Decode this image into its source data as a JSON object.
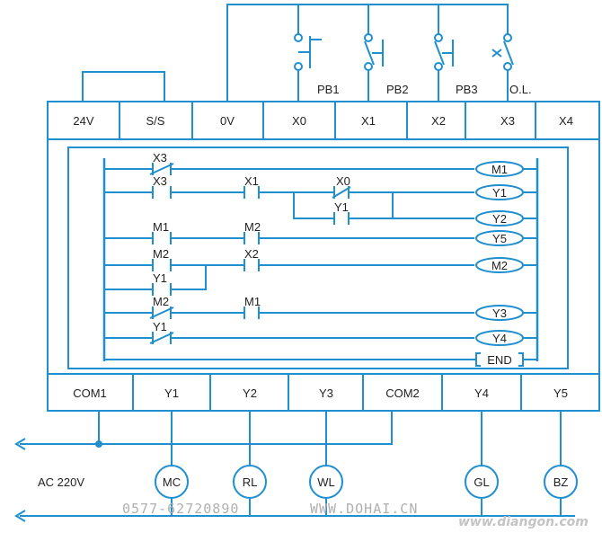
{
  "inputs": [
    "24V",
    "S/S",
    "0V",
    "X0",
    "X1",
    "X2",
    "X3",
    "X4"
  ],
  "pushbuttons": [
    "PB1",
    "PB2",
    "PB3",
    "O.L."
  ],
  "outputs": [
    "COM1",
    "Y1",
    "Y2",
    "Y3",
    "COM2",
    "Y4",
    "Y5"
  ],
  "loads": [
    "MC",
    "RL",
    "WL",
    "GL",
    "BZ"
  ],
  "supply": "AC 220V",
  "rungs": {
    "r1": {
      "c1": "X3",
      "coil": "M1"
    },
    "r2": {
      "c1": "X3",
      "c2": "X1",
      "c3": "X0",
      "coil": "Y1",
      "branch": "Y1"
    },
    "r3": {
      "coil": "Y2"
    },
    "r4": {
      "c1": "M1",
      "c2": "M2",
      "coil": "Y5"
    },
    "r5": {
      "c1": "M2",
      "branch": "Y1",
      "c2": "X2",
      "coil": "M2"
    },
    "r6": {
      "c1": "M2",
      "c2": "M1",
      "coil": "Y3"
    },
    "r7": {
      "c1": "Y1",
      "coil": "Y4"
    },
    "end": "END"
  },
  "watermark": {
    "phone": "0577-62720890",
    "site1": "WWW.DOHAI.CN",
    "site2": "www.diangon.com"
  }
}
